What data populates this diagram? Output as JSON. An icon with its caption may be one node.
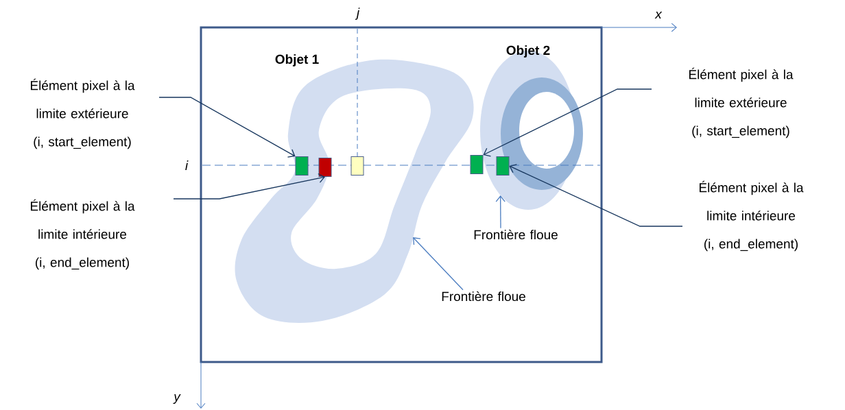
{
  "diagram": {
    "nodes": [
      {
        "text": [
          "Élément pixel à la limite extérieure (i, start_element)"
        ]
      },
      {
        "text": [
          "Élément pixel à la limite intérieure (i, end_element)"
        ]
      },
      {
        "text": [
          "Élément pixel à la limite extérieure (i, start_element)"
        ]
      },
      {
        "text": [
          "Élément pixel à la limite intérieure (i, end_element)"
        ]
      },
      {
        "text": [
          "Frontière floue"
        ]
      },
      {
        "text": [
          "Frontière floue"
        ]
      },
      {
        "text": [],
        "shape": "box",
        "in": 11
      },
      {
        "text": [],
        "shape": "box",
        "in": 11
      },
      {
        "text": [],
        "shape": "box",
        "in": 11
      },
      {
        "text": [],
        "shape": "box"
      },
      {
        "text": [],
        "shape": "box",
        "in": 12
      },
      {
        "text": [],
        "shape": "picture"
      },
      {
        "text": [],
        "shape": "picture"
      }
    ],
    "edges": [
      {
        "from": 0,
        "to": 6,
        "arrow": "to"
      },
      {
        "from": 1,
        "to": 7,
        "arrow": "to"
      },
      {
        "from": 2,
        "to": 9,
        "arrow": "to"
      },
      {
        "from": 3,
        "to": 10,
        "arrow": "to"
      },
      {
        "from": 4,
        "to": 12,
        "arrow": "to",
        "color": "#4a7cc0"
      },
      {
        "from": 5,
        "to": 11,
        "arrow": "to",
        "color": "#4a7cc0"
      }
    ],
    "labels": [
      "j",
      "x",
      "Objet 1",
      "Objet 2",
      "i",
      "y"
    ]
  }
}
